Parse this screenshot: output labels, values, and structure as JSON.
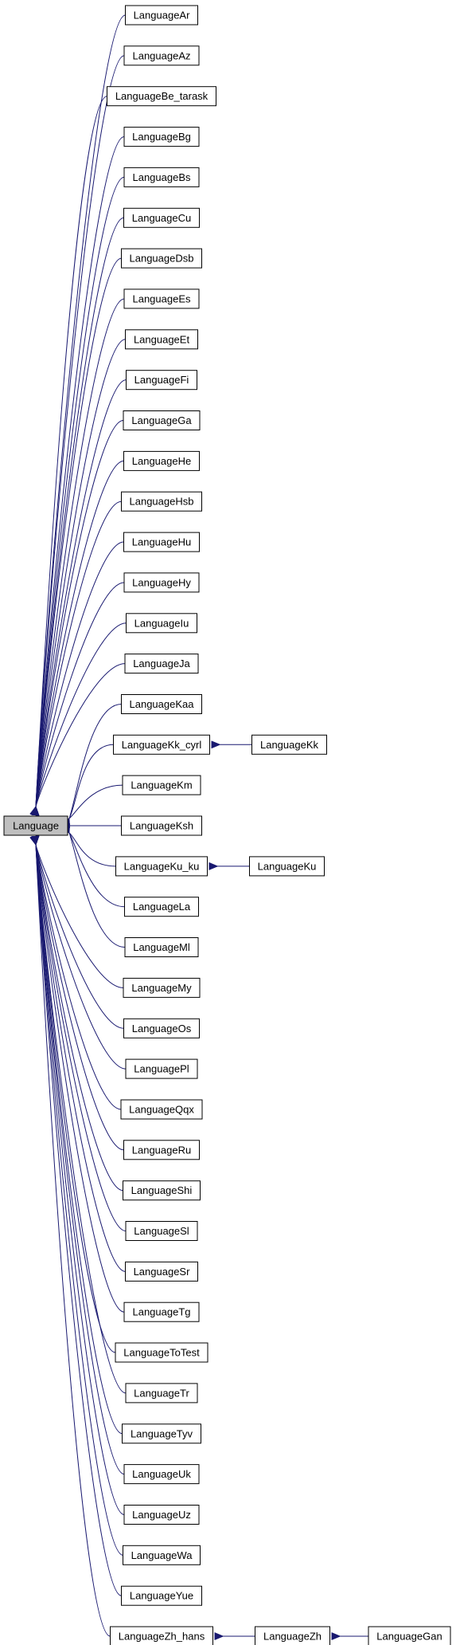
{
  "diagram": {
    "colors": {
      "edge": "#191970",
      "node_border": "#000000",
      "root_fill": "#bfbfbf",
      "node_fill": "#ffffff"
    },
    "root": "Language",
    "nodes": [
      "LanguageAr",
      "LanguageAz",
      "LanguageBe_tarask",
      "LanguageBg",
      "LanguageBs",
      "LanguageCu",
      "LanguageDsb",
      "LanguageEs",
      "LanguageEt",
      "LanguageFi",
      "LanguageGa",
      "LanguageHe",
      "LanguageHsb",
      "LanguageHu",
      "LanguageHy",
      "LanguageIu",
      "LanguageJa",
      "LanguageKaa",
      "LanguageKk_cyrl",
      "LanguageKm",
      "LanguageKsh",
      "LanguageKu_ku",
      "LanguageLa",
      "LanguageMl",
      "LanguageMy",
      "LanguageOs",
      "LanguagePl",
      "LanguageQqx",
      "LanguageRu",
      "LanguageShi",
      "LanguageSl",
      "LanguageSr",
      "LanguageTg",
      "LanguageToTest",
      "LanguageTr",
      "LanguageTyv",
      "LanguageUk",
      "LanguageUz",
      "LanguageWa",
      "LanguageYue",
      "LanguageZh_hans"
    ],
    "sub_nodes": [
      {
        "parent": "LanguageKk_cyrl",
        "name": "LanguageKk"
      },
      {
        "parent": "LanguageKu_ku",
        "name": "LanguageKu"
      },
      {
        "parent": "LanguageZh_hans",
        "name": "LanguageZh"
      },
      {
        "parent": "LanguageZh",
        "name": "LanguageGan"
      }
    ]
  }
}
